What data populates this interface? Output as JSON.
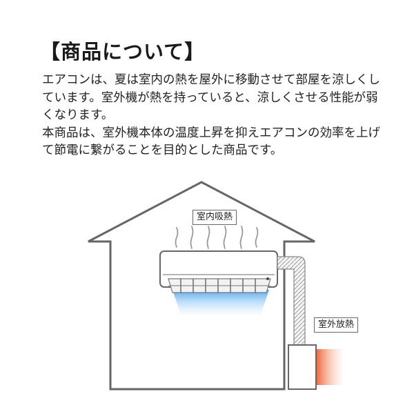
{
  "title": "【商品について】",
  "description": [
    "エアコンは、夏は室内の熱を屋外に移動させて部屋を涼しくしています。室外機が熱を持っていると、涼しくさせる性能が弱くなります。",
    "本商品は、室外機本体の温度上昇を抑えエアコンの効率を上げて節電に繋がることを目的とした商品です。"
  ],
  "labels": {
    "indoor_absorb": "室内吸熱",
    "outdoor_release": "室外放熱"
  },
  "colors": {
    "line": "#666666",
    "cool_air": "#6fb8f2",
    "hot_air": "#f07a4e"
  },
  "icons": [
    "house-outline",
    "air-conditioner-icon",
    "refrigerant-pipe-icon",
    "outdoor-unit-icon"
  ]
}
